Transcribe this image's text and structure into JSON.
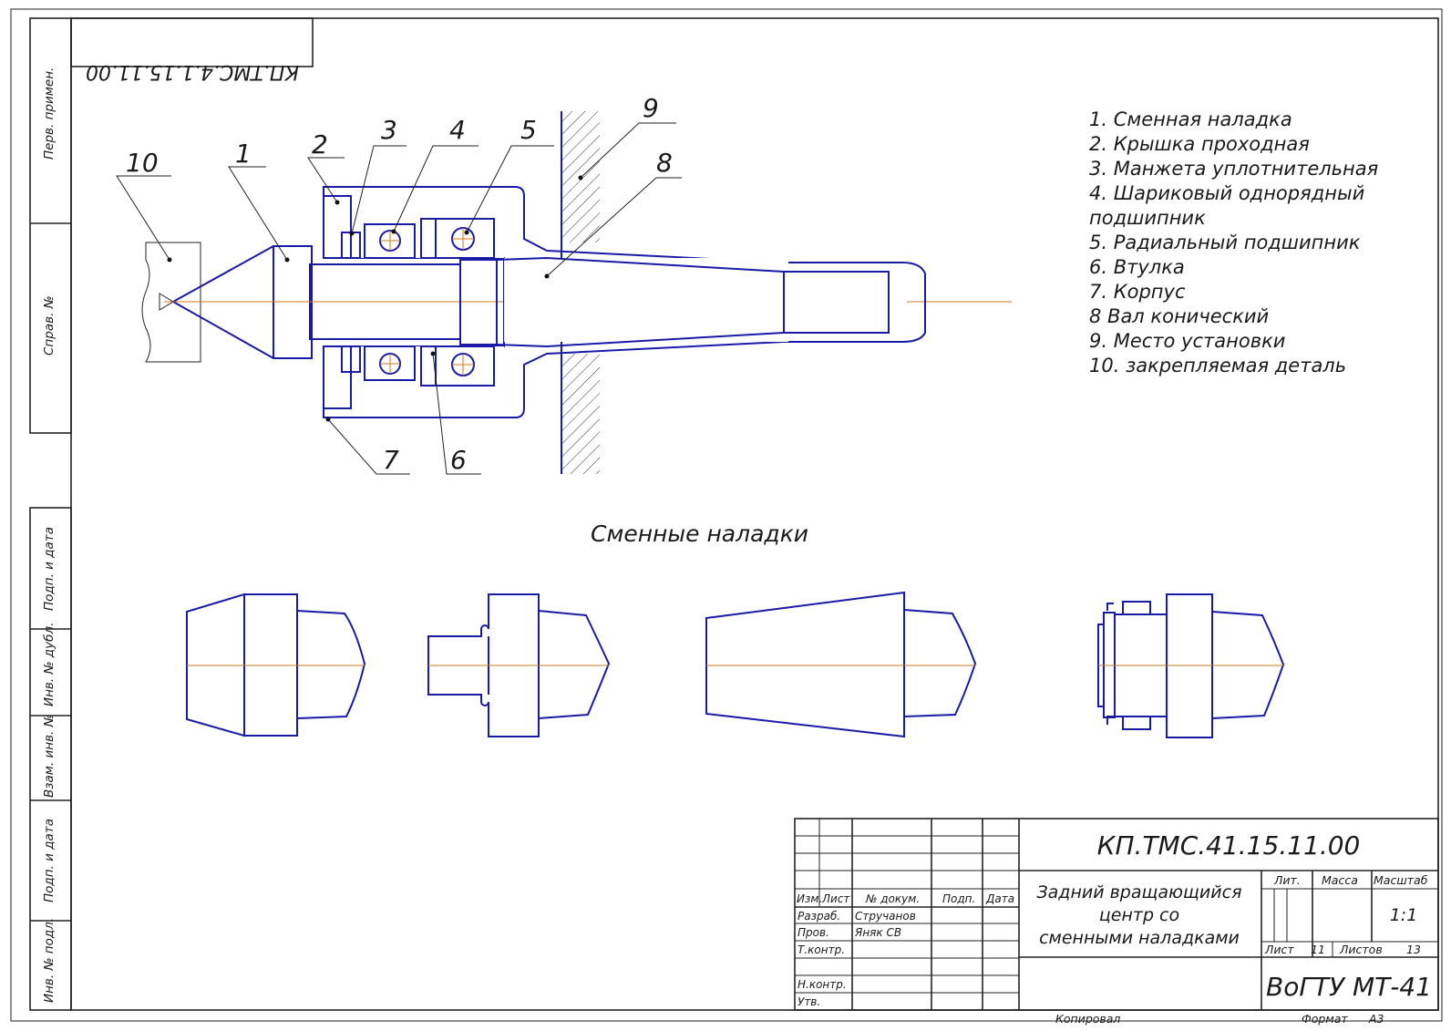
{
  "sheet": {
    "code": "КП.ТМС.41.15.11.00",
    "title_mirrored": "КП.ТМС.4.1.15.11.00",
    "section_title": "Сменные наладки",
    "copied_by": "Копировал",
    "format_label": "Формат",
    "format_value": "А3"
  },
  "legend": [
    "1. Сменная наладка",
    "2. Крышка проходная",
    "3. Манжета уплотнительная",
    "4. Шариковый однорядный",
    "подшипник",
    "5. Радиальный подшипник",
    "6. Втулка",
    "7. Корпус",
    "8 Вал конический",
    "9. Место установки",
    "10. закрепляемая деталь"
  ],
  "callouts": [
    "1",
    "2",
    "3",
    "4",
    "5",
    "6",
    "7",
    "8",
    "9",
    "10"
  ],
  "side_strip": [
    "Перв. примен.",
    "Справ. №",
    "Подп. и дата",
    "Инв. № дубл.",
    "Взам. инв. №",
    "Подп. и дата",
    "Инв. № подл."
  ],
  "title_block": {
    "headers": {
      "izm": "Изм.",
      "list": "Лист",
      "doc": "№ докум.",
      "podp": "Подп.",
      "data": "Дата"
    },
    "roles": [
      {
        "role": "Разраб.",
        "name": "Стручанов"
      },
      {
        "role": "Пров.",
        "name": "Яняк СВ"
      },
      {
        "role": "Т.контр.",
        "name": ""
      },
      {
        "role": "Н.контр.",
        "name": ""
      },
      {
        "role": "Утв.",
        "name": ""
      }
    ],
    "name_lines": [
      "Задний вращающийся",
      "центр со",
      "сменными наладками"
    ],
    "lit_label": "Лит.",
    "mass_label": "Масса",
    "scale_label": "Масштаб",
    "scale_value": "1:1",
    "sheet_label": "Лист",
    "sheet_value": "11",
    "sheets_label": "Листов",
    "sheets_value": "13",
    "org": "ВоГТУ МТ-41"
  }
}
